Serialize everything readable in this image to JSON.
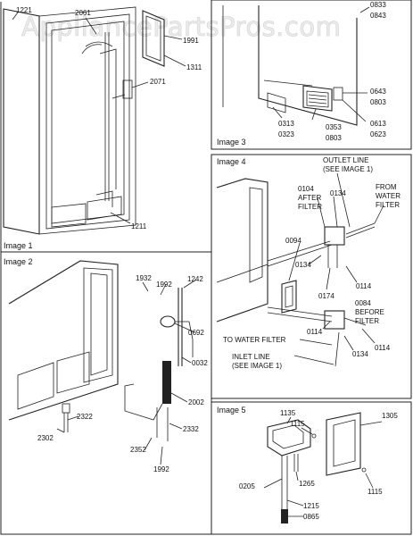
{
  "watermark": "AppliancePartsPros.com",
  "image1": {
    "title": "Image 1",
    "labels": [
      "1221",
      "2061",
      "1991",
      "1311",
      "2071",
      "1211"
    ]
  },
  "image2": {
    "title": "Image 2",
    "labels": [
      "1932",
      "1992",
      "1242",
      "0692",
      "0032",
      "2002",
      "2322",
      "2302",
      "2352",
      "2332",
      "1992"
    ]
  },
  "image3": {
    "title": "Image 3",
    "labels": [
      "0833",
      "0843",
      "0643",
      "0803",
      "0313",
      "0323",
      "0353",
      "0803",
      "0613",
      "0623"
    ]
  },
  "image4": {
    "title": "Image 4",
    "outlet_line": [
      "OUTLET LINE",
      "(SEE IMAGE 1)"
    ],
    "from_water_filter": [
      "FROM",
      "WATER",
      "FILTER"
    ],
    "after_filter": [
      "0104",
      "AFTER",
      "FILTER"
    ],
    "before_filter": [
      "0084",
      "BEFORE",
      "FILTER"
    ],
    "to_water_filter": "TO WATER FILTER",
    "inlet_line": [
      "INLET LINE",
      "(SEE IMAGE 1)"
    ],
    "labels": [
      "0134",
      "0094",
      "0114",
      "0134",
      "0174",
      "0114",
      "0114",
      "0134"
    ]
  },
  "image5": {
    "title": "Image 5",
    "labels": [
      "1135",
      "1115",
      "1305",
      "1265",
      "0205",
      "1215",
      "0865",
      "1115"
    ]
  }
}
